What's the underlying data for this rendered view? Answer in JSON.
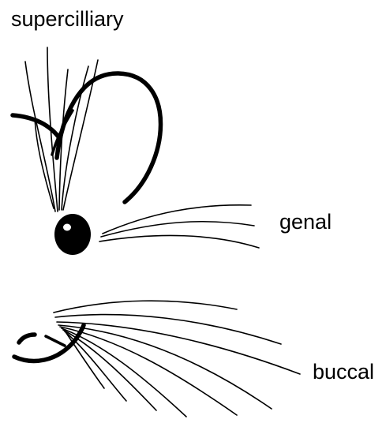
{
  "labels": {
    "supercilliary": "supercilliary",
    "genal": "genal",
    "buccal": "buccal"
  },
  "colors": {
    "ink": "#000000",
    "background": "#ffffff"
  }
}
